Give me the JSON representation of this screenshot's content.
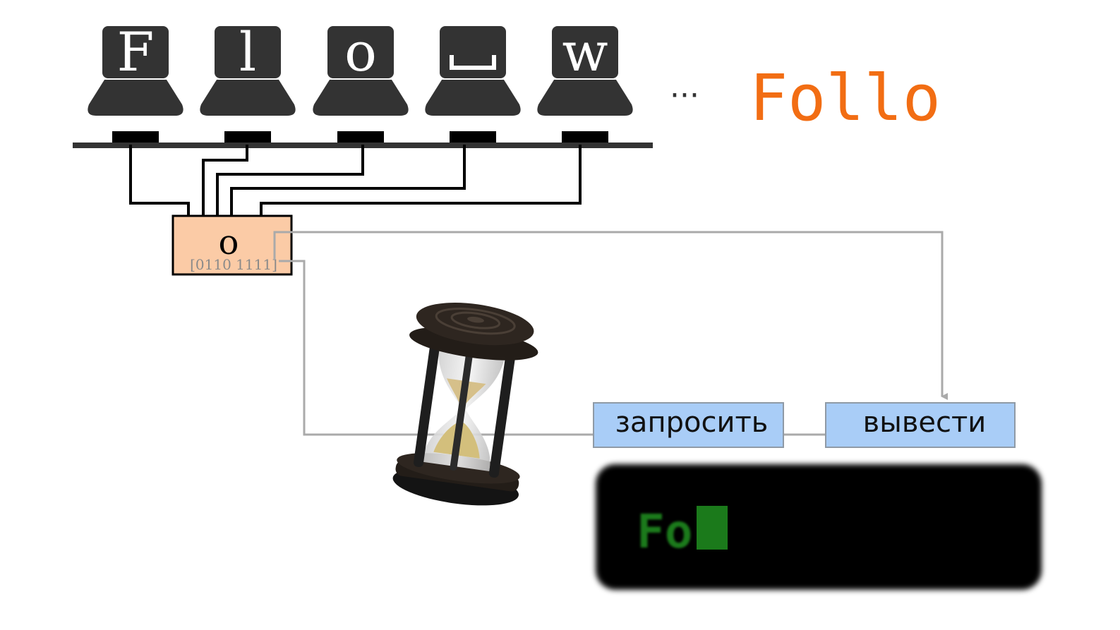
{
  "keyboard": {
    "keys": [
      {
        "name": "key-f",
        "label": "F",
        "space": false
      },
      {
        "name": "key-l",
        "label": "l",
        "space": false
      },
      {
        "name": "key-o",
        "label": "o",
        "space": false
      },
      {
        "name": "key-space",
        "label": "",
        "space": true
      },
      {
        "name": "key-w",
        "label": "w",
        "space": false
      }
    ],
    "ellipsis": "···",
    "typed_text": "Follo"
  },
  "byte_box": {
    "char": "o",
    "bits": "[0110 1111]",
    "fill_color": "#fbcba6"
  },
  "actions": {
    "request_label": "запросить",
    "output_label": "вывести",
    "fill_color": "#a9cdf7"
  },
  "terminal": {
    "text": "Fo",
    "cursor_color": "#1b7a1b"
  },
  "icons": {
    "hourglass": "hourglass-icon"
  },
  "colors": {
    "key": "#333333",
    "typed_text": "#f26d13",
    "connector": "#aaaaaa"
  }
}
